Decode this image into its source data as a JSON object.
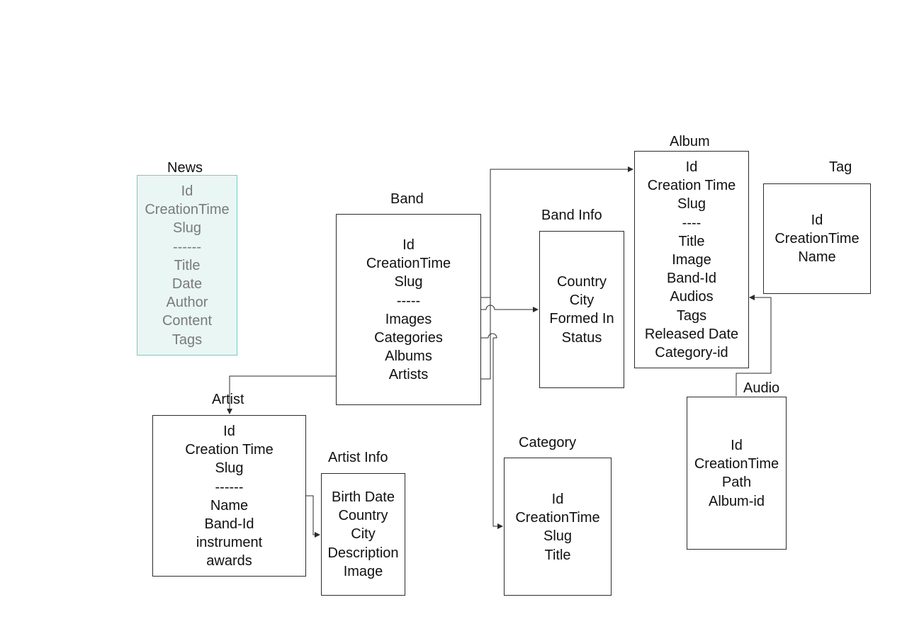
{
  "entities": {
    "news": {
      "title": "News",
      "fields": [
        "Id",
        "CreationTime",
        "Slug",
        "------",
        "Title",
        "Date",
        "Author",
        "Content",
        "Tags"
      ]
    },
    "band": {
      "title": "Band",
      "fields": [
        "Id",
        "CreationTime",
        "Slug",
        "-----",
        "Images",
        "Categories",
        "Albums",
        "Artists"
      ]
    },
    "band_info": {
      "title": "Band Info",
      "fields": [
        "Country",
        "City",
        "Formed In",
        "Status"
      ]
    },
    "album": {
      "title": "Album",
      "fields": [
        "Id",
        "Creation Time",
        "Slug",
        "----",
        "Title",
        "Image",
        "Band-Id",
        "Audios",
        "Tags",
        "Released Date",
        "Category-id"
      ]
    },
    "tag": {
      "title": "Tag",
      "fields": [
        "Id",
        "CreationTime",
        "Name"
      ]
    },
    "artist": {
      "title": "Artist",
      "fields": [
        "Id",
        "Creation Time",
        "Slug",
        "------",
        "Name",
        "Band-Id",
        "instrument",
        "awards"
      ]
    },
    "artist_info": {
      "title": "Artist Info",
      "fields": [
        "Birth Date",
        "Country",
        "City",
        "Description",
        "Image"
      ]
    },
    "category": {
      "title": "Category",
      "fields": [
        "Id",
        "CreationTime",
        "Slug",
        "Title"
      ]
    },
    "audio": {
      "title": "Audio",
      "fields": [
        "Id",
        "CreationTime",
        "Path",
        "Album-id"
      ]
    }
  },
  "colors": {
    "news_border": "#6fd0c4",
    "news_fill": "#e9f6f4",
    "news_text": "#7a7a7a",
    "line": "#2b2b2b"
  }
}
